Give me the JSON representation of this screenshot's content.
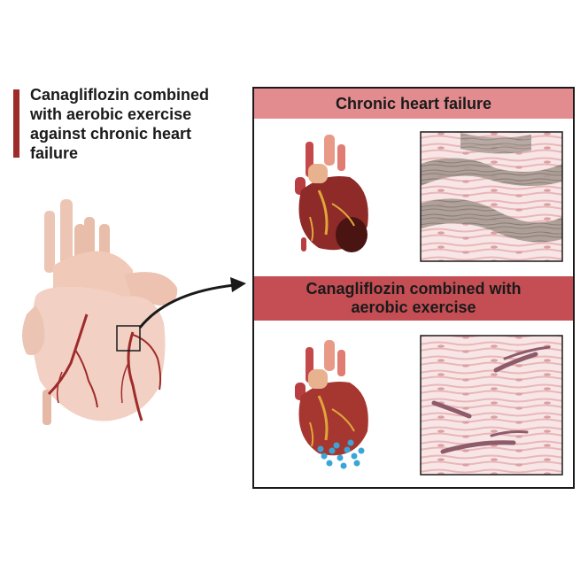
{
  "title": "Canagliflozin combined with aerobic exercise against chronic heart failure",
  "panel": {
    "header_top": "Chronic heart failure",
    "header_bottom_line1": "Canagliflozin combined with",
    "header_bottom_line2": "aerobic exercise"
  },
  "colors": {
    "accent": "#9e2a2a",
    "header_top": "#e28c8f",
    "header_bottom": "#c44e54",
    "particles": "#3aa6d8"
  }
}
